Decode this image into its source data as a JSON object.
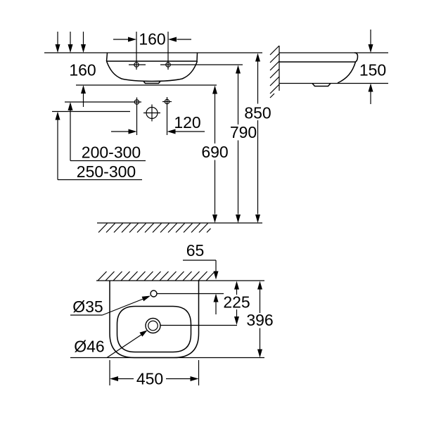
{
  "drawing_type": "washbasin installation dimensional drawing",
  "colors": {
    "line": "#000000",
    "background": "#ffffff"
  },
  "dims": {
    "front": {
      "tap_hole_spacing": "160",
      "basin_height": "160",
      "hole_spacing": "120",
      "drain_range": "200-300",
      "trap_range": "250-300",
      "underside_height": "690",
      "deck_height": "790",
      "rim_height": "850"
    },
    "side": {
      "basin_thickness": "150"
    },
    "plan": {
      "tap_hole_wall_offset": "65",
      "drain_wall_offset": "225",
      "depth": "396",
      "width": "450",
      "tap_hole_diameter": "Ø35",
      "drain_diameter": "Ø46"
    }
  }
}
